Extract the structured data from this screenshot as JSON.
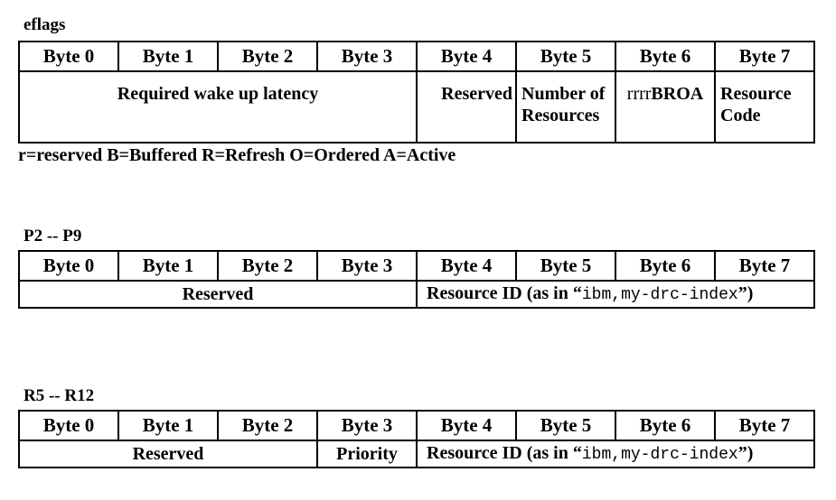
{
  "page": {
    "background": "#ffffff",
    "text_color": "#000000",
    "border_color": "#000000"
  },
  "byte_headers": [
    "Byte 0",
    "Byte 1",
    "Byte 2",
    "Byte 3",
    "Byte 4",
    "Byte 5",
    "Byte 6",
    "Byte 7"
  ],
  "eflags": {
    "title": "eflags",
    "cells": {
      "wake_latency": "Required wake up latency",
      "reserved": "Reserved",
      "num_resources": "Number of Resources",
      "flag_bits_reserved": "rrrr",
      "flag_bits_named": "BROA",
      "resource_code": "Resource Code"
    },
    "legend": "r=reserved B=Buffered R=Refresh O=Ordered A=Active"
  },
  "p2_p9": {
    "title": "P2 -- P9",
    "cells": {
      "reserved": "Reserved",
      "resource_id_prefix": "Resource ID (as in “",
      "resource_id_code": "ibm,my-drc-index",
      "resource_id_suffix": "”)"
    }
  },
  "r5_r12": {
    "title": "R5 -- R12",
    "cells": {
      "reserved": "Reserved",
      "priority": "Priority",
      "resource_id_prefix": "Resource ID (as in “",
      "resource_id_code": "ibm,my-drc-index",
      "resource_id_suffix": "”)"
    }
  }
}
